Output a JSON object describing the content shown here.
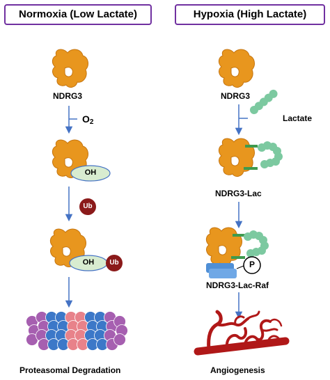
{
  "left_panel": {
    "title": "Normoxia (Low Lactate)",
    "protein_label": "NDRG3",
    "oxygen_label": "O",
    "oxygen_subscript": "2",
    "hydroxyl_label": "OH",
    "ubiquitin_label": "Ub",
    "hydroxyl_label_2": "OH",
    "ubiquitin_label_2": "Ub",
    "outcome_label": "Proteasomal Degradation"
  },
  "right_panel": {
    "title": "Hypoxia (High Lactate)",
    "protein_label": "NDRG3",
    "lactate_label": "Lactate",
    "complex_label": "NDRG3-Lac",
    "phospho_label": "P",
    "raf_complex_label": "NDRG3-Lac-Raf",
    "outcome_label": "Angiogenesis"
  },
  "colors": {
    "header_border": "#7030a0",
    "protein": "#e8961e",
    "oh_ellipse": "#d8ecd0",
    "ubiquitin": "#8b1a1a",
    "lactate": "#7cc9a0",
    "raf": "#4f8fd6",
    "arrow": "#4472c4",
    "vessel": "#b01818"
  }
}
